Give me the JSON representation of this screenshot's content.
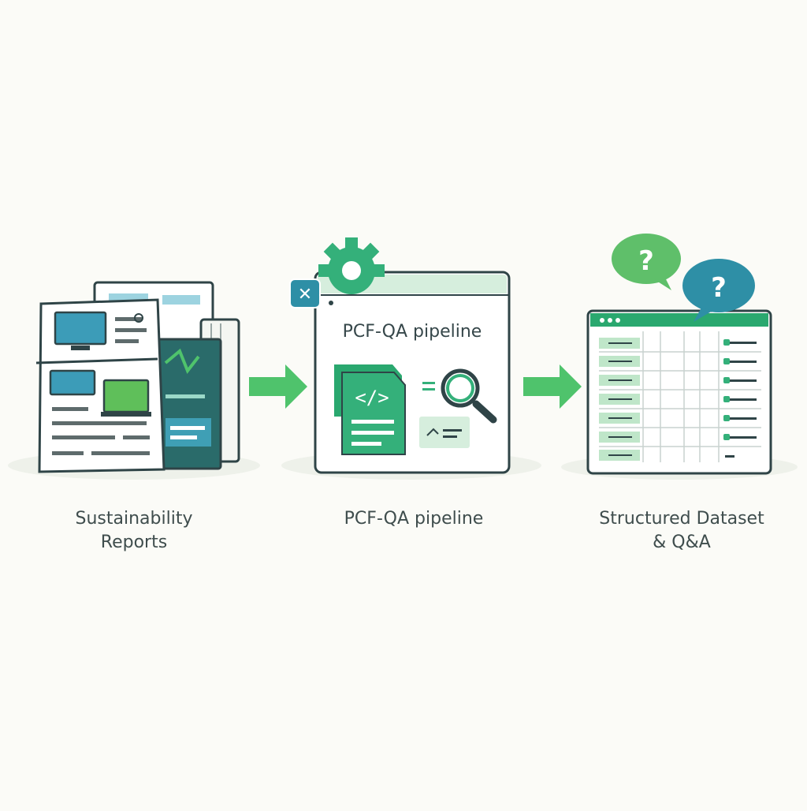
{
  "steps": [
    {
      "label_lines": [
        "Sustainability",
        "Reports"
      ]
    },
    {
      "label_lines": [
        "PCF-QA pipeline"
      ],
      "window_title": "PCF-QA pipeline"
    },
    {
      "label_lines": [
        "Structured Dataset",
        "& Q&A"
      ]
    }
  ],
  "glyphs": {
    "code": "</>",
    "question": "?",
    "close": "✕"
  },
  "icons": [
    "gear-icon",
    "close-icon",
    "code-file-icon",
    "magnifier-icon",
    "question-bubble-icon",
    "arrow-right-icon",
    "document-stack-icon",
    "spreadsheet-icon"
  ],
  "colors": {
    "background": "#fbfbf7",
    "green": "#34b07a",
    "teal": "#2e8fa6",
    "arrow": "#4fc36c",
    "outline": "#2f4447",
    "label": "#3f4d4d"
  }
}
